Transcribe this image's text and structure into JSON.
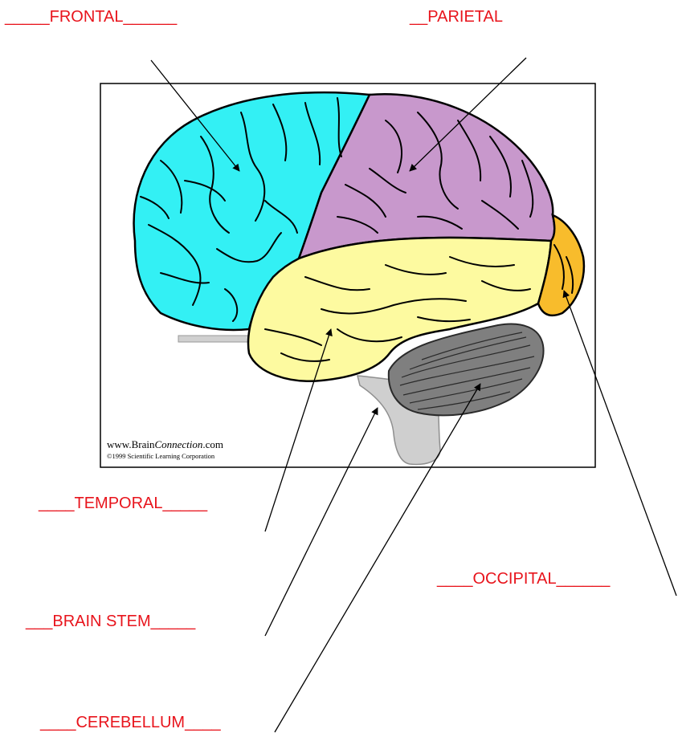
{
  "colors": {
    "label_red": "#e8141c",
    "frontal": "#33f0f4",
    "parietal": "#c898cc",
    "temporal": "#fdfaa0",
    "occipital": "#f8bc2c",
    "cerebellum": "#8a8a8a",
    "brain_stem": "#cfcfcf",
    "outline": "#000000"
  },
  "labels": {
    "frontal": "_____FRONTAL______",
    "parietal": "__PARIETAL",
    "temporal": "____TEMPORAL_____",
    "occipital": "____OCCIPITAL______",
    "brain_stem": "___BRAIN STEM_____",
    "cerebellum": "____CEREBELLUM____"
  },
  "credit": {
    "line1_prefix": "www.Brain",
    "line1_italic": "Connection",
    "line1_suffix": ".com",
    "line2": "©1999 Scientific Learning Corporation"
  }
}
